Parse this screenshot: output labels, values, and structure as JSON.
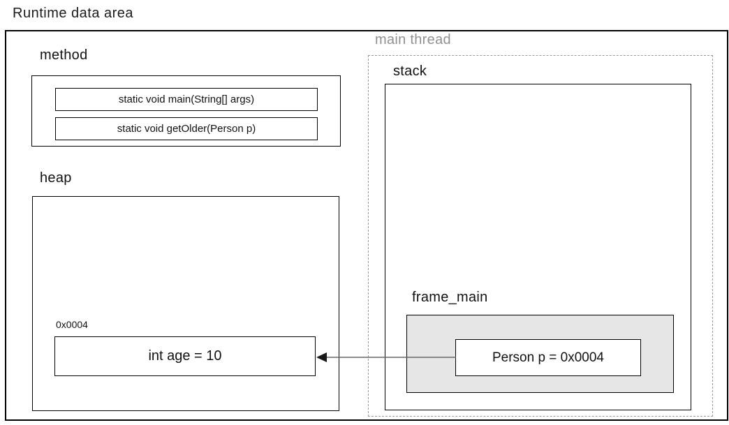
{
  "title": "Runtime data area",
  "method_area": {
    "label": "method",
    "methods": [
      "static void main(String[] args)",
      "static void getOlder(Person p)"
    ]
  },
  "heap": {
    "label": "heap",
    "object_address": "0x0004",
    "object_value": "int age = 10"
  },
  "main_thread": {
    "label": "main thread",
    "stack": {
      "label": "stack",
      "frame": {
        "label": "frame_main",
        "variable": "Person p = 0x0004"
      }
    }
  },
  "arrow": {
    "from": "Person p variable in frame_main",
    "to": "heap object 0x0004"
  },
  "colors": {
    "border": "#000000",
    "dashed_border": "#999999",
    "frame_fill": "#e6e6e6",
    "thread_label": "#909090",
    "arrow_line": "#666666",
    "arrow_head": "#1a1a1a"
  }
}
